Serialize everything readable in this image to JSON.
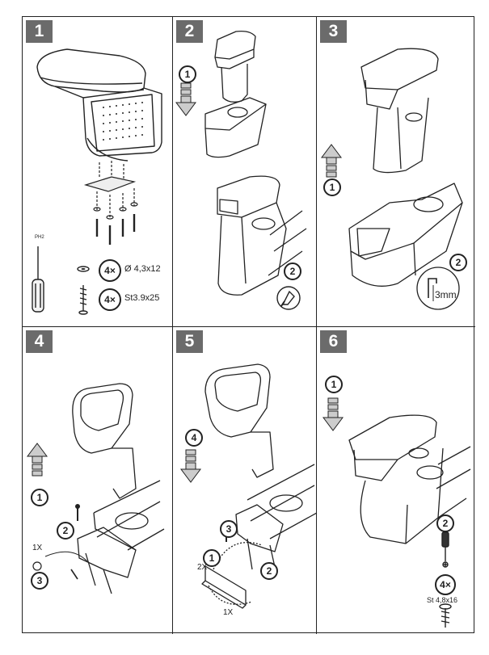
{
  "panels": [
    {
      "number": "1"
    },
    {
      "number": "2"
    },
    {
      "number": "3"
    },
    {
      "number": "4"
    },
    {
      "number": "5"
    },
    {
      "number": "6"
    }
  ],
  "step1": {
    "tool_label": "PH2",
    "washer_qty": "4×",
    "washer_spec": "Ø 4,3x12",
    "screw_qty": "4×",
    "screw_spec": "St3.9x25"
  },
  "step2": {
    "arrow_callout": "1",
    "detail_callout": "2"
  },
  "step3": {
    "arrow_callout": "1",
    "detail_callout": "2",
    "gap_label": "3mm"
  },
  "step4": {
    "arrow_callout": "1",
    "screw_callout": "2",
    "clip_qty": "1X",
    "clip_callout": "3"
  },
  "step5": {
    "arrow_callout": "4",
    "screw_callout": "3",
    "clip_callout": "1",
    "clip_qty_top": "2X",
    "bracket_callout": "2",
    "bracket_qty": "1X"
  },
  "step6": {
    "arrow_callout": "1",
    "tool_callout": "2",
    "screw_qty": "4×",
    "screw_spec": "St 4,8x16"
  }
}
